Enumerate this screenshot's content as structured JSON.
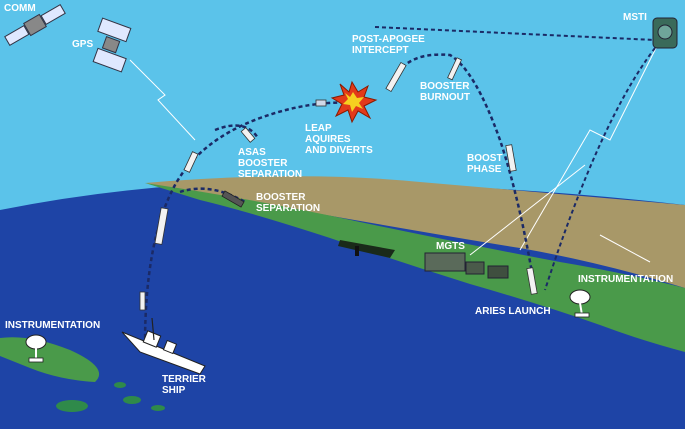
{
  "labels": {
    "comm": "COMM",
    "gps": "GPS",
    "msti": "MSTI",
    "post_apogee": [
      "POST-APOGEE",
      "INTERCEPT"
    ],
    "leap": [
      "LEAP",
      "AQUIRES",
      "AND DIVERTS"
    ],
    "asas": [
      "ASAS",
      "BOOSTER",
      "SEPARATION"
    ],
    "booster_sep": [
      "BOOSTER",
      "SEPARATION"
    ],
    "booster_burnout": [
      "BOOSTER",
      "BURNOUT"
    ],
    "boost_phase": [
      "BOOST",
      "PHASE"
    ],
    "mgts": "MGTS",
    "aries_launch": "ARIES LAUNCH",
    "instrumentation_right": "INSTRUMENTATION",
    "instrumentation_left": "INSTRUMENTATION",
    "terrier_ship": [
      "TERRIER",
      "SHIP"
    ]
  },
  "colors": {
    "sky": "#5bc3ea",
    "sea": "#1e44a6",
    "land_green": "#4a9a4a",
    "land_tan": "#a89868",
    "trajectory": "#1b2a66",
    "text": "#ffffff"
  }
}
